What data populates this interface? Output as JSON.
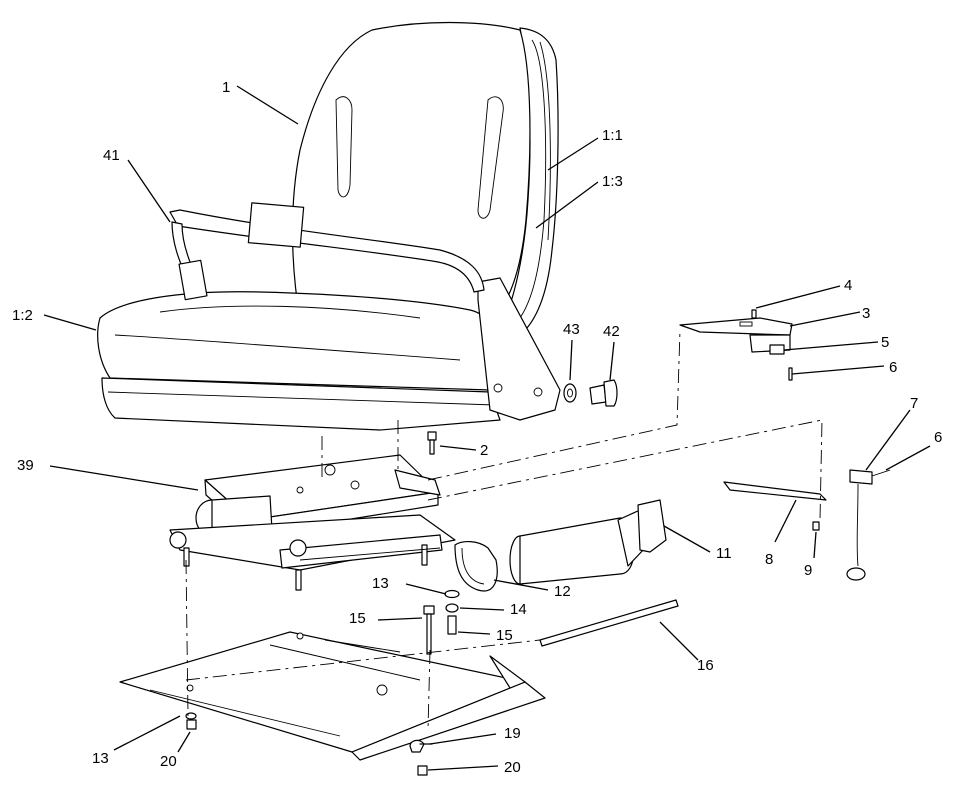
{
  "callouts": {
    "c1": "1",
    "c1_1": "1:1",
    "c1_3": "1:3",
    "c1_2": "1:2",
    "c41": "41",
    "c43": "43",
    "c42": "42",
    "c4": "4",
    "c3": "3",
    "c5": "5",
    "c6a": "6",
    "c7": "7",
    "c6b": "6",
    "c2": "2",
    "c39": "39",
    "c11": "11",
    "c8": "8",
    "c9": "9",
    "c12": "12",
    "c13a": "13",
    "c14": "14",
    "c15a": "15",
    "c15b": "15",
    "c16": "16",
    "c13b": "13",
    "c20a": "20",
    "c19": "19",
    "c20b": "20"
  }
}
